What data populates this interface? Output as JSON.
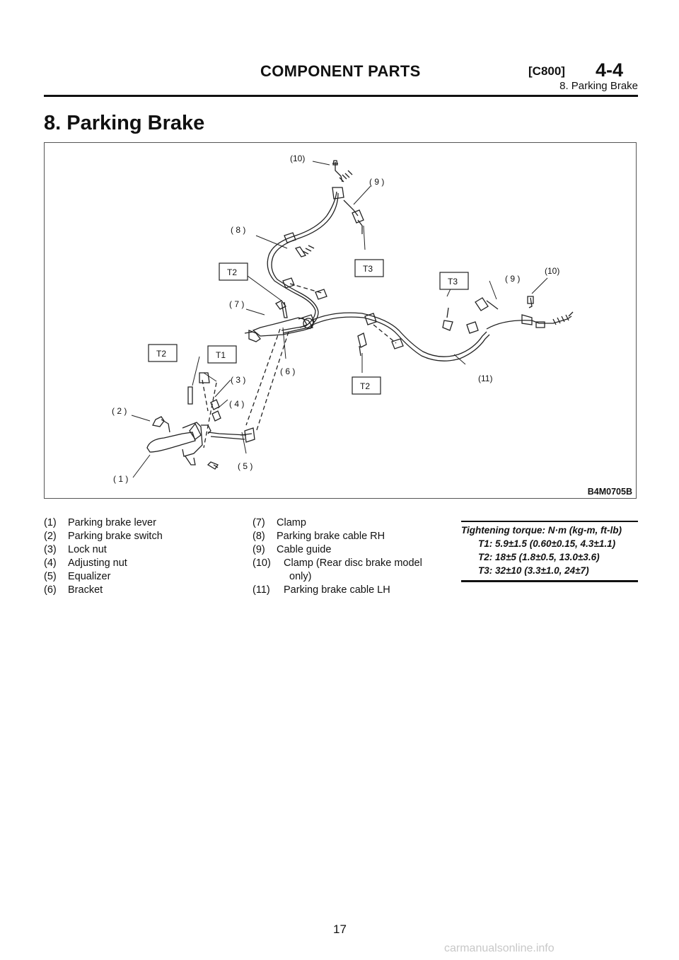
{
  "header": {
    "title": "COMPONENT PARTS",
    "code": "[C800]",
    "chapter": "4-4",
    "subsection": "8. Parking Brake"
  },
  "section_title": "8. Parking Brake",
  "figure": {
    "code": "B4M0705B",
    "callouts": {
      "c1": "( 1 )",
      "c2": "( 2 )",
      "c3": "( 3 )",
      "c4": "( 4 )",
      "c5": "( 5 )",
      "c6": "( 6 )",
      "c7": "( 7 )",
      "c8": "( 8 )",
      "c9a": "( 9 )",
      "c9b": "( 9 )",
      "c10a": "(10)",
      "c10b": "(10)",
      "c11": "(11)"
    },
    "torque_tags": {
      "t2a": "T2",
      "t1": "T1",
      "t2b": "T2",
      "t3a": "T3",
      "t3b": "T3",
      "t2c": "T2"
    }
  },
  "legend": {
    "col1": [
      {
        "num": "(1)",
        "text": "Parking brake lever"
      },
      {
        "num": "(2)",
        "text": "Parking brake switch"
      },
      {
        "num": "(3)",
        "text": "Lock nut"
      },
      {
        "num": "(4)",
        "text": "Adjusting nut"
      },
      {
        "num": "(5)",
        "text": "Equalizer"
      },
      {
        "num": "(6)",
        "text": "Bracket"
      }
    ],
    "col2": [
      {
        "num": "(7)",
        "text": "Clamp"
      },
      {
        "num": "(8)",
        "text": "Parking brake cable RH"
      },
      {
        "num": "(9)",
        "text": "Cable guide"
      },
      {
        "num": "(10)",
        "text": "Clamp (Rear disc brake model"
      },
      {
        "num": "",
        "text": "only)"
      },
      {
        "num": "(11)",
        "text": "Parking brake cable LH"
      }
    ]
  },
  "torque": {
    "heading": "Tightening torque: N·m (kg-m, ft-lb)",
    "lines": [
      "T1: 5.9±1.5 (0.60±0.15, 4.3±1.1)",
      "T2: 18±5 (1.8±0.5, 13.0±3.6)",
      "T3: 32±10 (3.3±1.0, 24±7)"
    ]
  },
  "page_number": "17",
  "watermark": "carmanualsonline.info"
}
